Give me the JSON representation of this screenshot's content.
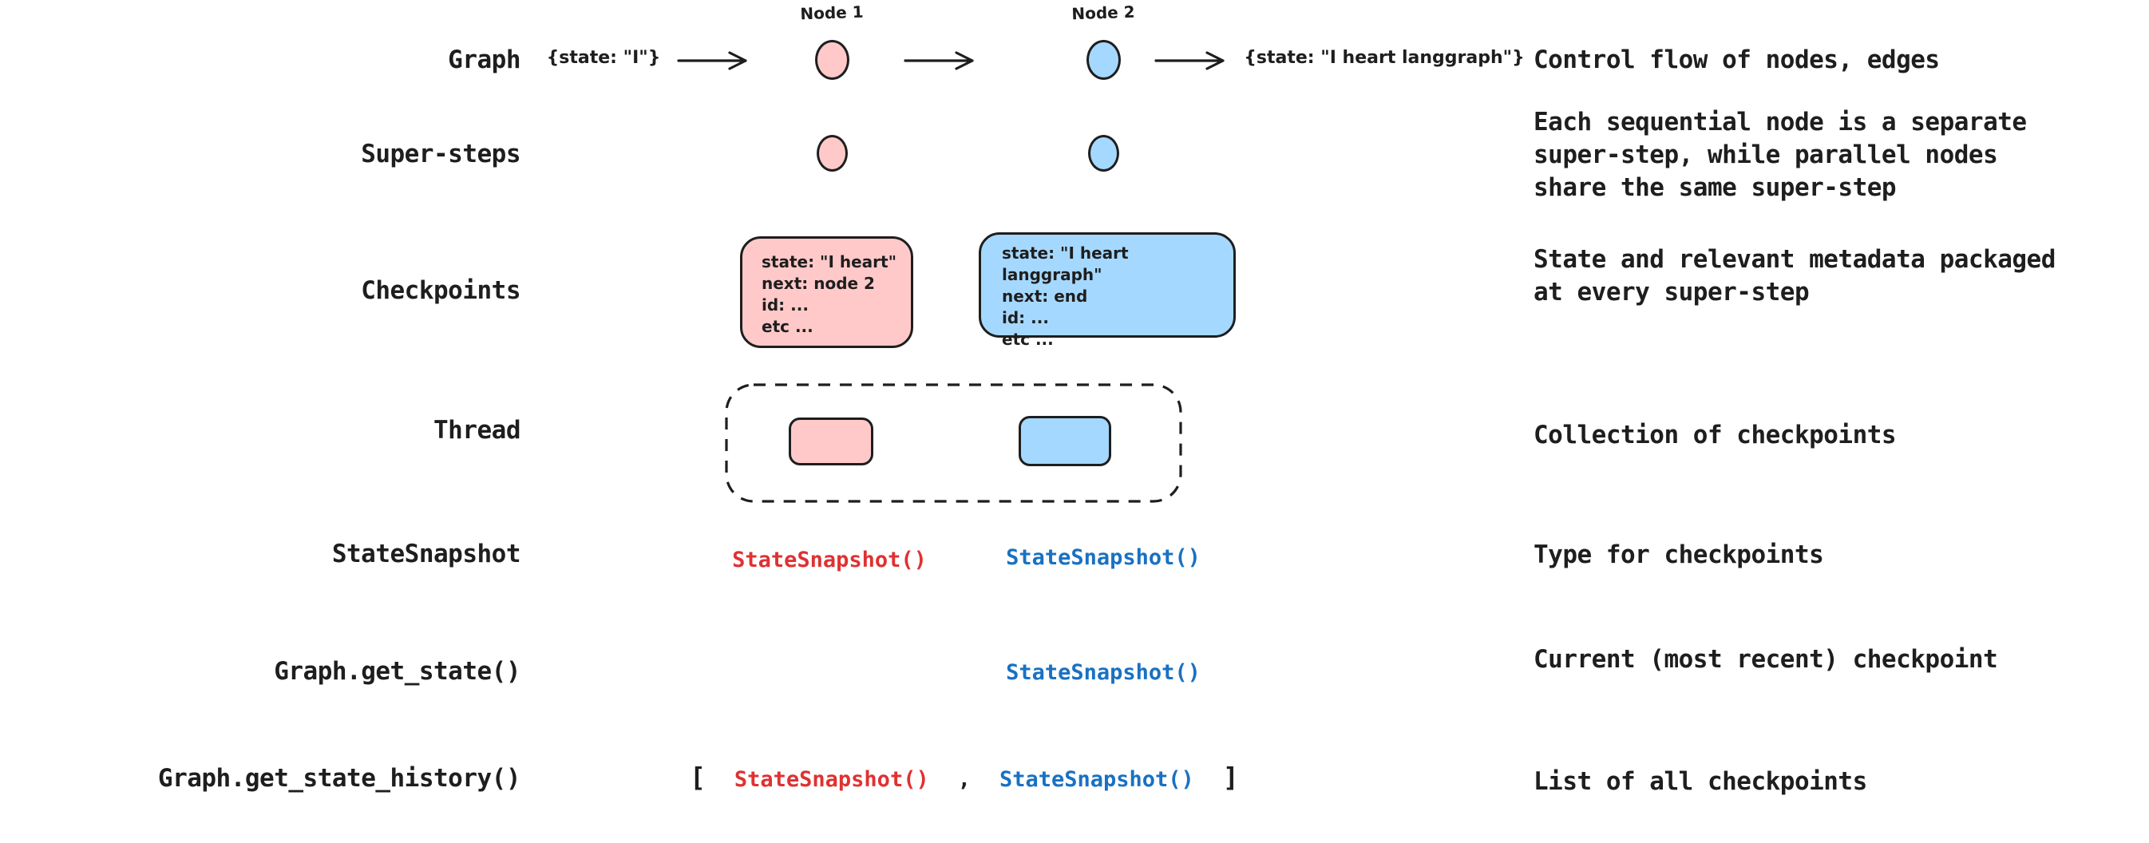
{
  "palette": {
    "ink": "#1e1e1e",
    "node_pink_fill": "#ffc9c9",
    "node_blue_fill": "#a5d8ff",
    "code_red": "#e03131",
    "code_blue": "#1971c2"
  },
  "rows": [
    {
      "label": "Graph",
      "description": "Control flow of nodes, edges"
    },
    {
      "label": "Super-steps",
      "description": "Each sequential node is a separate\nsuper-step, while parallel nodes\nshare the same super-step"
    },
    {
      "label": "Checkpoints",
      "description": "State and relevant metadata packaged\nat every super-step"
    },
    {
      "label": "Thread",
      "description": "Collection of checkpoints"
    },
    {
      "label": "StateSnapshot",
      "description": "Type for checkpoints"
    },
    {
      "label": "Graph.get_state()",
      "description": "Current (most recent) checkpoint"
    },
    {
      "label": "Graph.get_state_history()",
      "description": "List of all checkpoints"
    }
  ],
  "graph_flow": {
    "input_state": "{state: \"I\"}",
    "node1_label": "Node 1",
    "node2_label": "Node 2",
    "output_state": "{state: \"I heart langgraph\"}"
  },
  "checkpoint_cards": {
    "pink": "state: \"I heart\"\nnext: node 2\nid: ...\netc ...",
    "blue": "state: \"I heart langgraph\"\nnext: end\nid: ...\netc ..."
  },
  "snapshot_calls": {
    "red": "StateSnapshot()",
    "blue": "StateSnapshot()",
    "bracket_open": "[",
    "comma": ",",
    "bracket_close": "]"
  }
}
